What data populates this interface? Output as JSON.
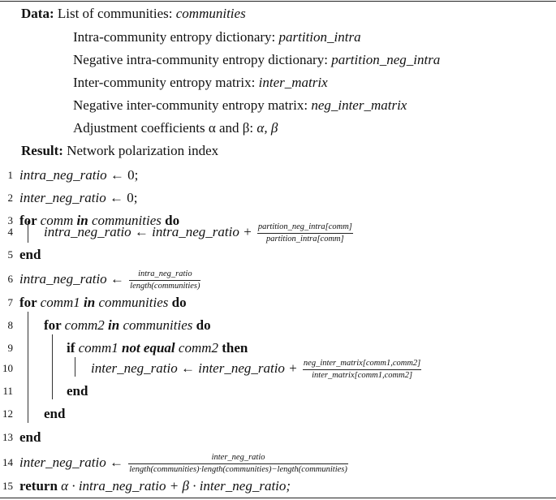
{
  "data_block": {
    "label": "Data:",
    "items": [
      {
        "text": "List of communities: ",
        "var": "communities"
      },
      {
        "text": "Intra-community entropy dictionary: ",
        "var": "partition_intra"
      },
      {
        "text": "Negative intra-community entropy dictionary: ",
        "var": "partition_neg_intra"
      },
      {
        "text": "Inter-community entropy matrix: ",
        "var": "inter_matrix"
      },
      {
        "text": "Negative inter-community entropy matrix: ",
        "var": "neg_inter_matrix"
      },
      {
        "text": "Adjustment coefficients α and β: ",
        "var": "α, β"
      }
    ]
  },
  "result": {
    "label": "Result:",
    "text": "Network polarization index"
  },
  "lines": {
    "n1": "1",
    "l1a": "intra_neg_ratio",
    "l1b": " ← 0;",
    "n2": "2",
    "l2a": "inter_neg_ratio",
    "l2b": " ← 0;",
    "n3": "3",
    "l3_for": "for ",
    "l3_var": "comm ",
    "l3_in": "in ",
    "l3_set": "communities ",
    "l3_do": "do",
    "n4": "4",
    "l4a": "intra_neg_ratio ← intra_neg_ratio + ",
    "l4_num": "partition_neg_intra[comm]",
    "l4_den": "partition_intra[comm]",
    "n5": "5",
    "l5": "end",
    "n6": "6",
    "l6a": "intra_neg_ratio ← ",
    "l6_num": "intra_neg_ratio",
    "l6_den": "length(communities)",
    "n7": "7",
    "l7_for": "for ",
    "l7_var": "comm1 ",
    "l7_in": "in ",
    "l7_set": "communities ",
    "l7_do": "do",
    "n8": "8",
    "l8_for": "for ",
    "l8_var": "comm2 ",
    "l8_in": "in ",
    "l8_set": "communities ",
    "l8_do": "do",
    "n9": "9",
    "l9_if": "if ",
    "l9_a": "comm1 ",
    "l9_ne": "not equal ",
    "l9_b": "comm2 ",
    "l9_then": "then",
    "n10": "10",
    "l10a": "inter_neg_ratio ← inter_neg_ratio + ",
    "l10_num": "neg_inter_matrix[comm1,comm2]",
    "l10_den": "inter_matrix[comm1,comm2]",
    "n11": "11",
    "l11": "end",
    "n12": "12",
    "l12": "end",
    "n13": "13",
    "l13": "end",
    "n14": "14",
    "l14a": "inter_neg_ratio ← ",
    "l14_num": "inter_neg_ratio",
    "l14_den": "length(communities)·length(communities)−length(communities)",
    "n15": "15",
    "l15_ret": "return ",
    "l15_expr": "α · intra_neg_ratio + β · inter_neg_ratio;"
  }
}
